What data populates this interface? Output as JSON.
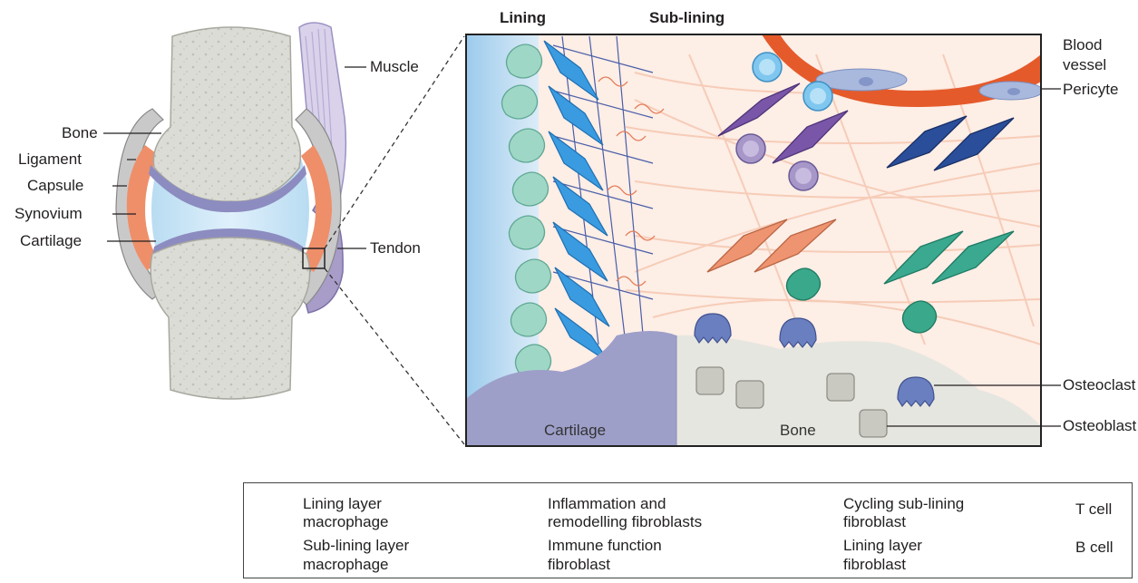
{
  "headers": {
    "lining": "Lining",
    "sub_lining": "Sub-lining"
  },
  "joint_labels": {
    "bone": "Bone",
    "ligament": "Ligament",
    "capsule": "Capsule",
    "synovium": "Synovium",
    "cartilage": "Cartilage",
    "muscle": "Muscle",
    "tendon": "Tendon"
  },
  "zoom_labels": {
    "blood_vessel_1": "Blood",
    "blood_vessel_2": "vessel",
    "pericyte": "Pericyte",
    "osteoclast": "Osteoclast",
    "osteoblast": "Osteoblast",
    "cartilage": "Cartilage",
    "bone": "Bone"
  },
  "legend": {
    "lining_macrophage_1": "Lining layer",
    "lining_macrophage_2": "macrophage",
    "sublining_macrophage_1": "Sub-lining layer",
    "sublining_macrophage_2": "macrophage",
    "inflammation_fibro_1": "Inflammation and",
    "inflammation_fibro_2": "remodelling fibroblasts",
    "immune_fibro_1": "Immune function",
    "immune_fibro_2": "fibroblast",
    "cycling_fibro_1": "Cycling sub-lining",
    "cycling_fibro_2": "fibroblast",
    "lining_fibro_1": "Lining layer",
    "lining_fibro_2": "fibroblast",
    "t_cell": "T cell",
    "b_cell": "B cell"
  },
  "colors": {
    "bone": "#dcdcd6",
    "cartilage_band": "#8c8cc0",
    "synovial_fluid": "#c4e1f4",
    "synovium": "#ee8f6a",
    "capsule": "#c9c9c9",
    "tendon": "#a89cc8",
    "blood_vessel": "#e55a2b",
    "pericyte": "#a9b9dd",
    "lining_macrophage": "#9fd7c6",
    "sublining_macrophage": "#3aa88a",
    "lining_fibroblast": "#3a9be0",
    "cycling_fibroblast": "#2b4e9a",
    "immune_fibroblast": "#7a56a8",
    "inflammation_fibroblast_orange": "#ef9470",
    "inflammation_fibroblast_teal": "#3aa98f",
    "t_cell": "#7fc7ef",
    "b_cell": "#a796c8",
    "osteoclast": "#6a7fc0",
    "osteoblast": "#c9c9c2"
  }
}
